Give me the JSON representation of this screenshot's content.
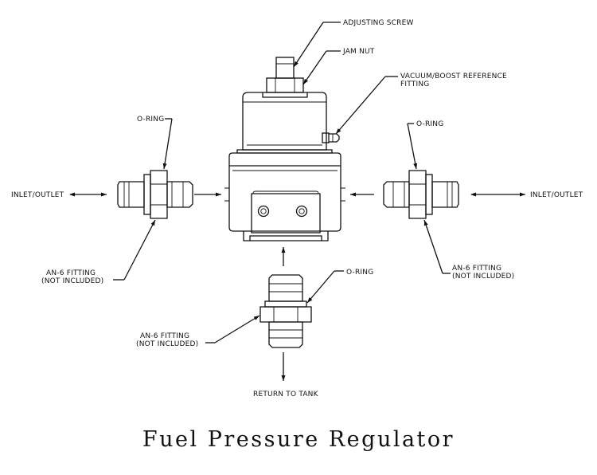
{
  "labels": {
    "adjusting_screw": "ADJUSTING SCREW",
    "jam_nut": "JAM NUT",
    "vacuum_ref_line1": "VACUUM/BOOST REFERENCE",
    "vacuum_ref_line2": "FITTING",
    "oring_left": "O-RING",
    "oring_right": "O-RING",
    "oring_bottom": "O-RING",
    "inlet_outlet_left": "INLET/OUTLET",
    "inlet_outlet_right": "INLET/OUTLET",
    "an6_left_line1": "AN-6 FITTING",
    "an6_left_line2": "(NOT INCLUDED)",
    "an6_right_line1": "AN-6 FITTING",
    "an6_right_line2": "(NOT INCLUDED)",
    "an6_bottom_line1": "AN-6 FITTING",
    "an6_bottom_line2": "(NOT INCLUDED)",
    "return_to_tank": "RETURN TO TANK"
  },
  "caption": "Fuel Pressure Regulator"
}
